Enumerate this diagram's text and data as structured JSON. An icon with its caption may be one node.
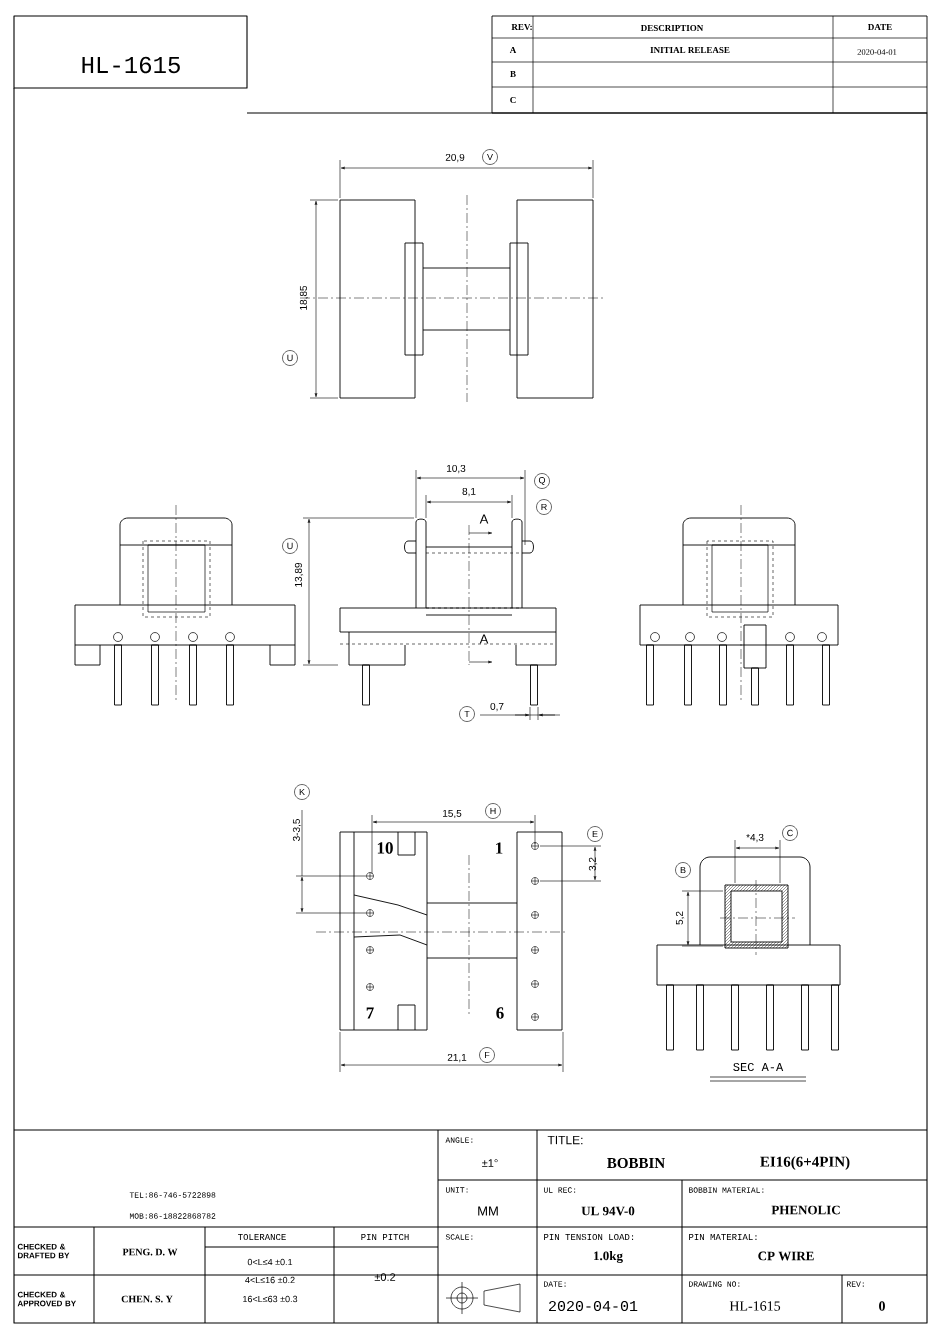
{
  "diagram": {
    "title": "HL-1615",
    "labels": [
      "REV:",
      "DESCRIPTION",
      "DATE",
      "A",
      "INITIAL RELEASE",
      "2020-04-01",
      "B",
      "C",
      "20,9",
      "V",
      "18,85",
      "U",
      "10,3",
      "Q",
      "8,1",
      "R",
      "A",
      "13,89",
      "U",
      "A",
      "T",
      "0,7",
      "K",
      "3-3,5",
      "15,5",
      "H",
      "E",
      "3,2",
      "10",
      "1",
      "7",
      "6",
      "21,1",
      "F",
      "B",
      "*4,3",
      "C",
      "5,2",
      "SEC A-A",
      "TEL:86-746-5722898",
      "MOB:86-18822868782",
      "ANGLE:",
      "±1°",
      "TITLE:",
      "BOBBIN",
      "EI16(6+4PIN)",
      "UNIT:",
      "MM",
      "UL REC:",
      "UL 94V-0",
      "BOBBIN MATERIAL:",
      "PHENOLIC",
      "CHECKED & DRAFTED BY",
      "PENG. D. W",
      "TOLERANCE",
      "PIN PITCH",
      "SCALE:",
      "PIN TENSION LOAD:",
      "1.0kg",
      "PIN MATERIAL:",
      "CP WIRE",
      "CHECKED & APPROVED BY",
      "CHEN. S. Y",
      "0<L≤4 ±0.1",
      "4<L≤16 ±0.2",
      "16<L≤63 ±0.3",
      "±0.2",
      "DATE:",
      "2020-04-01",
      "DRAWING NO:",
      "HL-1615",
      "REV:",
      "0"
    ]
  }
}
